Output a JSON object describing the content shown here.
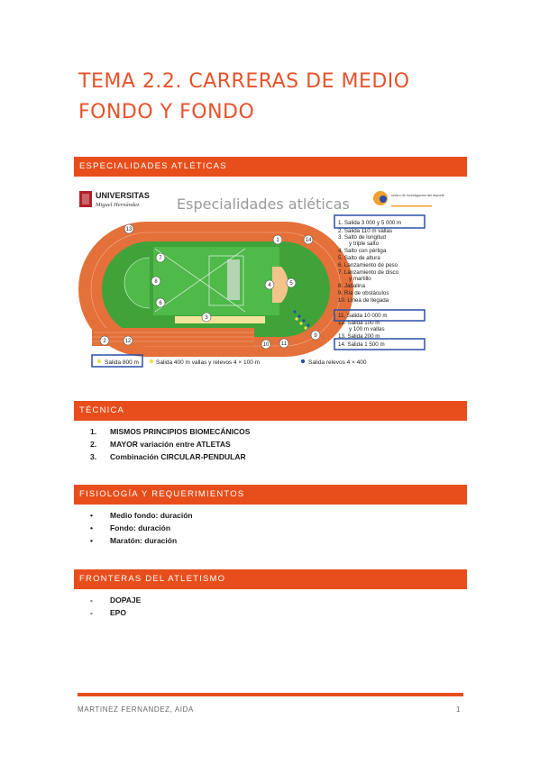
{
  "title": "TEMA 2.2. CARRERAS DE MEDIO FONDO Y FONDO",
  "sections": {
    "especialidades": "ESPECIALIDADES ATLÉTICAS",
    "tecnica": "TÉCNICA",
    "fisiologia": "FISIOLOGÍA Y REQUERIMIENTOS",
    "fronteras": "FRONTERAS DEL ATLETISMO"
  },
  "figure": {
    "logo_line1": "UNIVERSITAS",
    "logo_line2": "Miguel Hernández",
    "heading": "Especialidades atléticas",
    "center_logo": "centro de investigación del deporte",
    "legend": [
      "1. Salida 3 000 y 5 000 m",
      "2. Salida 110 m vallas",
      "3. Salto de longitud",
      "y triple salto",
      "4. Salto con pértiga",
      "5. Salto de altura",
      "6. Lanzamiento de peso",
      "7. Lanzamiento de disco",
      "y martillo",
      "8. Jabalina",
      "9. Ría de obstáculos",
      "10. Línea de llegada",
      "11. Salida 10 000 m",
      "12. Salida 100 m",
      "y 100 m vallas",
      "13. Salida 200 m",
      "14. Salida 1 500 m"
    ],
    "bottom_labels": {
      "salida800": "Salida 800 m",
      "salida400": "Salida 400 m vallas y relevos 4 × 100 m",
      "relevos": "Salida relevos 4 × 400"
    },
    "track_numbers": [
      "1",
      "2",
      "3",
      "4",
      "5",
      "6",
      "7",
      "8",
      "9",
      "10",
      "11",
      "12",
      "13",
      "14"
    ]
  },
  "tecnica_items": [
    {
      "mark": "1.",
      "text": "MISMOS PRINCIPIOS BIOMECÁNICOS"
    },
    {
      "mark": "2.",
      "text": "MAYOR variación entre ATLETAS"
    },
    {
      "mark": "3.",
      "text": "Combinación CIRCULAR-PENDULAR"
    }
  ],
  "fisiologia_items": [
    {
      "mark": "•",
      "text": "Medio fondo: duración"
    },
    {
      "mark": "•",
      "text": "Fondo: duración"
    },
    {
      "mark": "•",
      "text": "Maratón: duración"
    }
  ],
  "fronteras_items": [
    {
      "mark": "-",
      "text": "DOPAJE"
    },
    {
      "mark": "-",
      "text": "EPO"
    }
  ],
  "footer": {
    "author": "MARTINEZ FERNANDEZ, AIDA",
    "page": "1"
  },
  "colors": {
    "accent": "#e84e1b",
    "title": "#e8522a",
    "track": "#e4703a",
    "field": "#3fa33a",
    "highlight": "#2a4fa8"
  }
}
